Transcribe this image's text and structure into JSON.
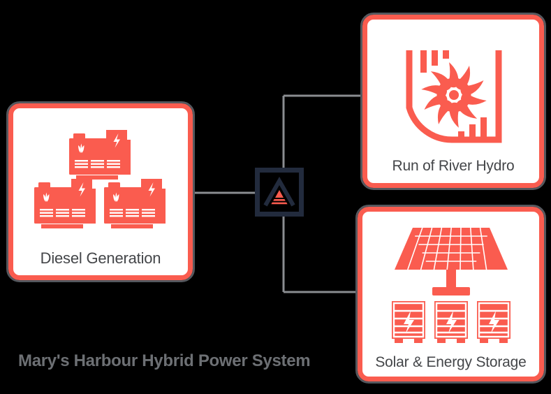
{
  "diagram": {
    "title": "Mary's Harbour Hybrid Power System",
    "theme": {
      "background": "#000000",
      "accent_red": "#fa5c4f",
      "card_fill": "#ffffff",
      "card_shadow": "#55585e",
      "label_text": "#444649",
      "title_text": "#6d7074",
      "hub_navy": "#222b3d",
      "connector_line": "#8a8d91"
    },
    "nodes": [
      {
        "id": "diesel",
        "label": "Diesel Generation",
        "icon": "diesel-generator-icon",
        "icon_count": 3
      },
      {
        "id": "hub",
        "label": "",
        "icon": "microgrid-controller-icon"
      },
      {
        "id": "hydro",
        "label": "Run of River Hydro",
        "icon": "river-turbine-icon"
      },
      {
        "id": "solar",
        "label": "Solar & Energy Storage",
        "icon": "solar-panel-battery-icon",
        "battery_count": 3
      }
    ],
    "connections": [
      {
        "from": "diesel",
        "to": "hub"
      },
      {
        "from": "hub",
        "to": "hydro"
      },
      {
        "from": "hub",
        "to": "solar"
      }
    ]
  }
}
